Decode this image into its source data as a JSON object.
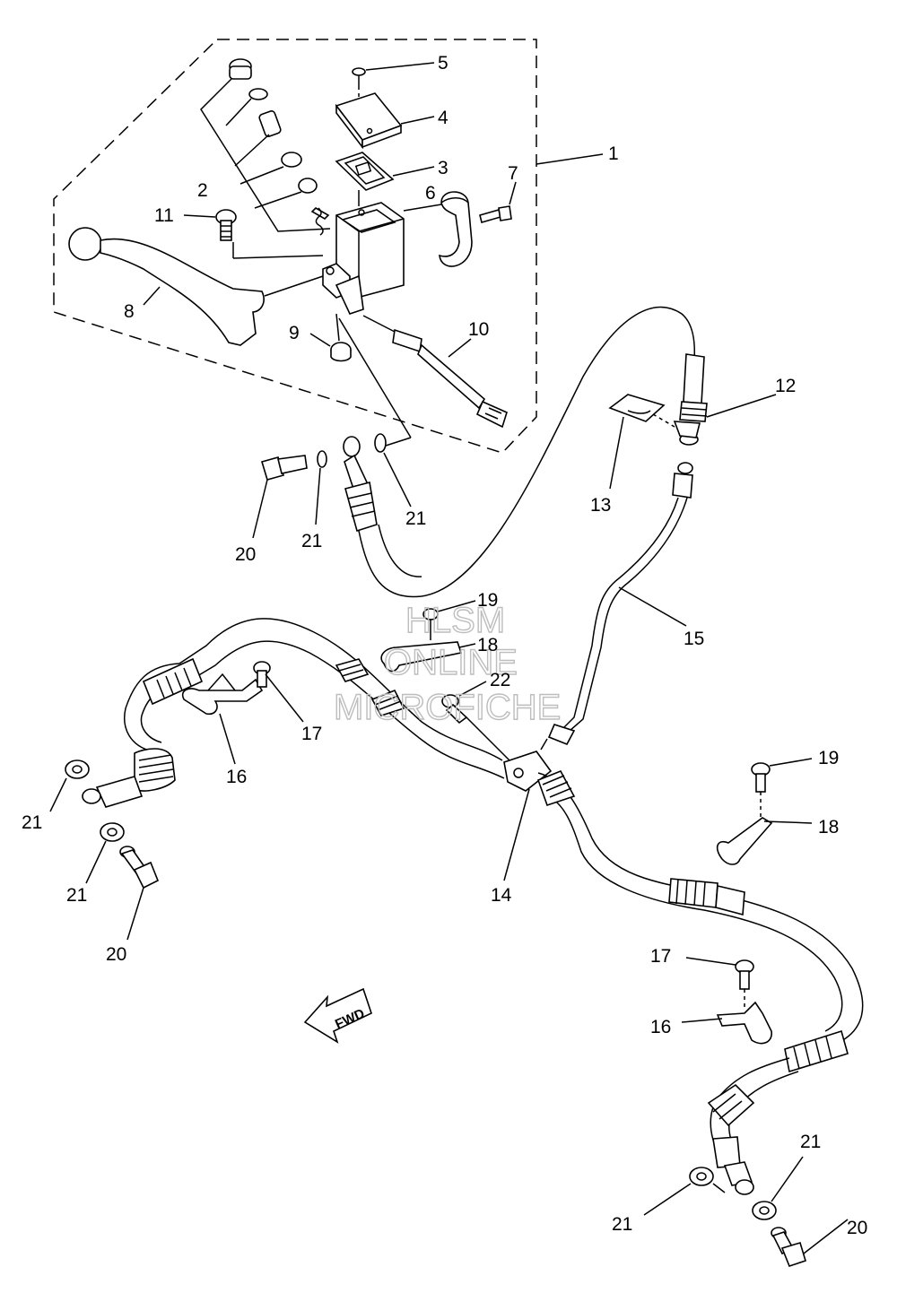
{
  "callouts": {
    "c1": "1",
    "c2": "2",
    "c3": "3",
    "c4": "4",
    "c5": "5",
    "c6": "6",
    "c7": "7",
    "c8": "8",
    "c9": "9",
    "c10": "10",
    "c11": "11",
    "c12": "12",
    "c13": "13",
    "c14": "14",
    "c15": "15",
    "c16a": "16",
    "c16b": "16",
    "c17a": "17",
    "c17b": "17",
    "c18a": "18",
    "c18b": "18",
    "c19a": "19",
    "c19b": "19",
    "c20a": "20",
    "c20b": "20",
    "c20c": "20",
    "c21a": "21",
    "c21b": "21",
    "c21c": "21",
    "c21d": "21",
    "c21e": "21",
    "c21f": "21",
    "c22": "22"
  },
  "fwd_label": "FWD",
  "watermark": {
    "line1": "HLSM",
    "line2": "ONLINE",
    "line3": "MICROFICHE"
  }
}
